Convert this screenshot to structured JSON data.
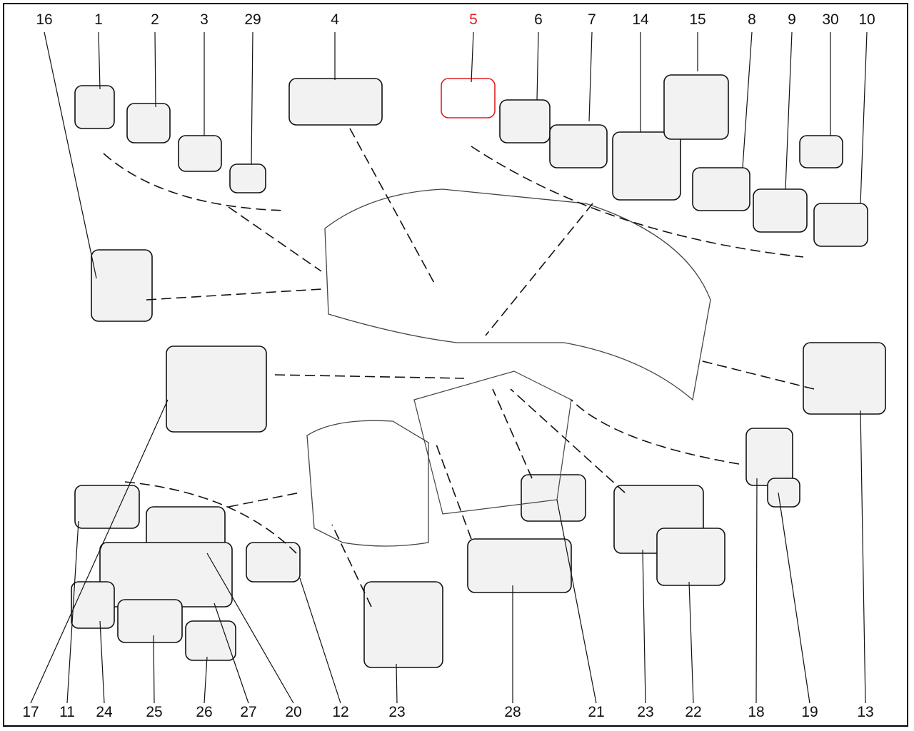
{
  "diagram": {
    "top_callouts": [
      "16",
      "1",
      "2",
      "3",
      "29",
      "4",
      "5",
      "6",
      "7",
      "14",
      "15",
      "8",
      "9",
      "30",
      "10"
    ],
    "bottom_callouts": [
      "17",
      "11",
      "24",
      "25",
      "26",
      "27",
      "20",
      "12",
      "23",
      "28",
      "21",
      "23",
      "22",
      "18",
      "19",
      "13"
    ],
    "highlighted_callout": "5",
    "colors": {
      "highlight": "#e02020",
      "line": "#111111",
      "part_fill": "#f2f2f2"
    }
  }
}
